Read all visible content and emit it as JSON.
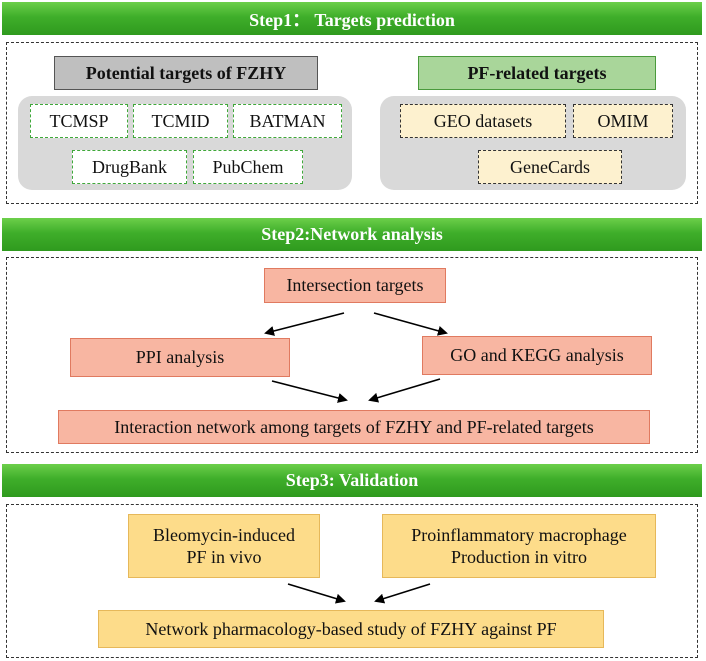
{
  "step1": {
    "title": "Step1： Targets prediction",
    "left_header": "Potential targets of FZHY",
    "left_sources": [
      "TCMSP",
      "TCMID",
      "BATMAN",
      "DrugBank",
      "PubChem"
    ],
    "right_header": "PF-related targets",
    "right_sources": [
      "GEO datasets",
      "OMIM",
      "GeneCards"
    ]
  },
  "step2": {
    "title": "Step2:Network analysis",
    "intersection": "Intersection targets",
    "ppi": "PPI analysis",
    "go_kegg": "GO and KEGG analysis",
    "network": "Interaction network among targets of FZHY and PF-related targets"
  },
  "step3": {
    "title": "Step3: Validation",
    "in_vivo": [
      "Bleomycin-induced",
      "PF in vivo"
    ],
    "in_vitro": [
      "Proinflammatory macrophage",
      "Production in vitro"
    ],
    "study": "Network pharmacology-based study of FZHY against PF"
  }
}
